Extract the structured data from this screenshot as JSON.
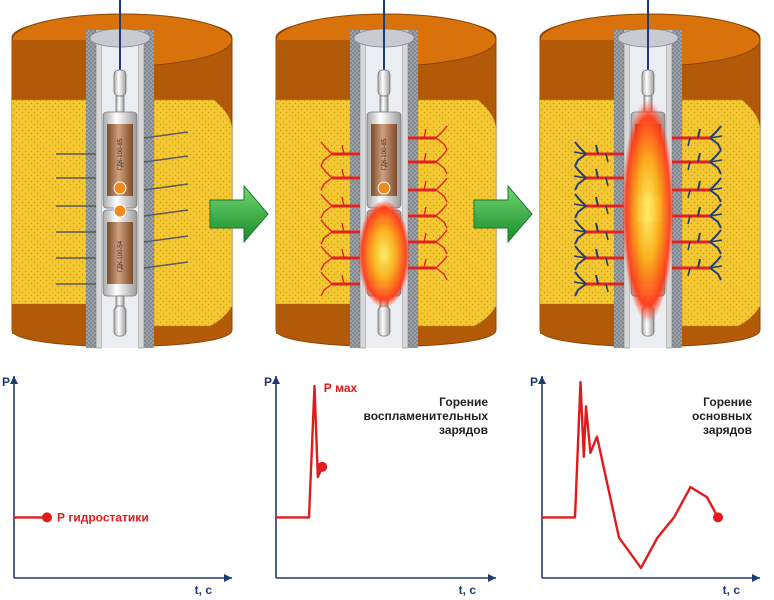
{
  "colors": {
    "rock_top": "#d9720b",
    "rock_side": "#b35a08",
    "reservoir": "#f3c832",
    "casing": "#bdbdbd",
    "wellbore": "#eaeef2",
    "tool": "#e7e7e7",
    "charge": "#a0522d",
    "burn": "#ff3b1a",
    "crack_red": "#e12222",
    "crack_blue": "#243e7a",
    "arrow": "#22a13a",
    "axis": "#1f3a6e",
    "curve": "#e11b1b"
  },
  "tool": {
    "upper_label": "ГДК-100-85",
    "lower_label": "ГДК-100-54"
  },
  "graphs": [
    {
      "p_label": "P",
      "t_label": "t, c",
      "marker_label": "Р гидростатики",
      "note_lines": []
    },
    {
      "p_label": "P",
      "t_label": "t, c",
      "marker_label": "Р мах",
      "note_lines": [
        "Горение",
        "воспламенительных",
        "зарядов"
      ]
    },
    {
      "p_label": "P",
      "t_label": "t, c",
      "marker_label": "",
      "note_lines": [
        "Горение",
        "основных",
        "зарядов"
      ]
    }
  ],
  "chart_data": [
    {
      "type": "line",
      "xlabel": "t, c",
      "ylabel": "P",
      "annotations": [
        "Р гидростатики"
      ],
      "series": [
        {
          "x": [
            0,
            0.3
          ],
          "y": [
            0.3,
            0.3
          ]
        }
      ]
    },
    {
      "type": "line",
      "xlabel": "t, c",
      "ylabel": "P",
      "annotations": [
        "Р мах",
        "Горение воспламенительных зарядов"
      ],
      "series": [
        {
          "x": [
            0,
            0.3,
            0.35,
            0.38,
            0.42
          ],
          "y": [
            0.3,
            0.3,
            0.95,
            0.5,
            0.55
          ]
        }
      ]
    },
    {
      "type": "line",
      "xlabel": "t, c",
      "ylabel": "P",
      "annotations": [
        "Горение основных зарядов"
      ],
      "series": [
        {
          "x": [
            0,
            0.3,
            0.35,
            0.38,
            0.4,
            0.44,
            0.5,
            0.7,
            0.9,
            1.05,
            1.2,
            1.35,
            1.5,
            1.6
          ],
          "y": [
            0.3,
            0.3,
            0.97,
            0.6,
            0.85,
            0.62,
            0.7,
            0.2,
            0.05,
            0.2,
            0.3,
            0.45,
            0.4,
            0.3
          ]
        }
      ]
    }
  ]
}
